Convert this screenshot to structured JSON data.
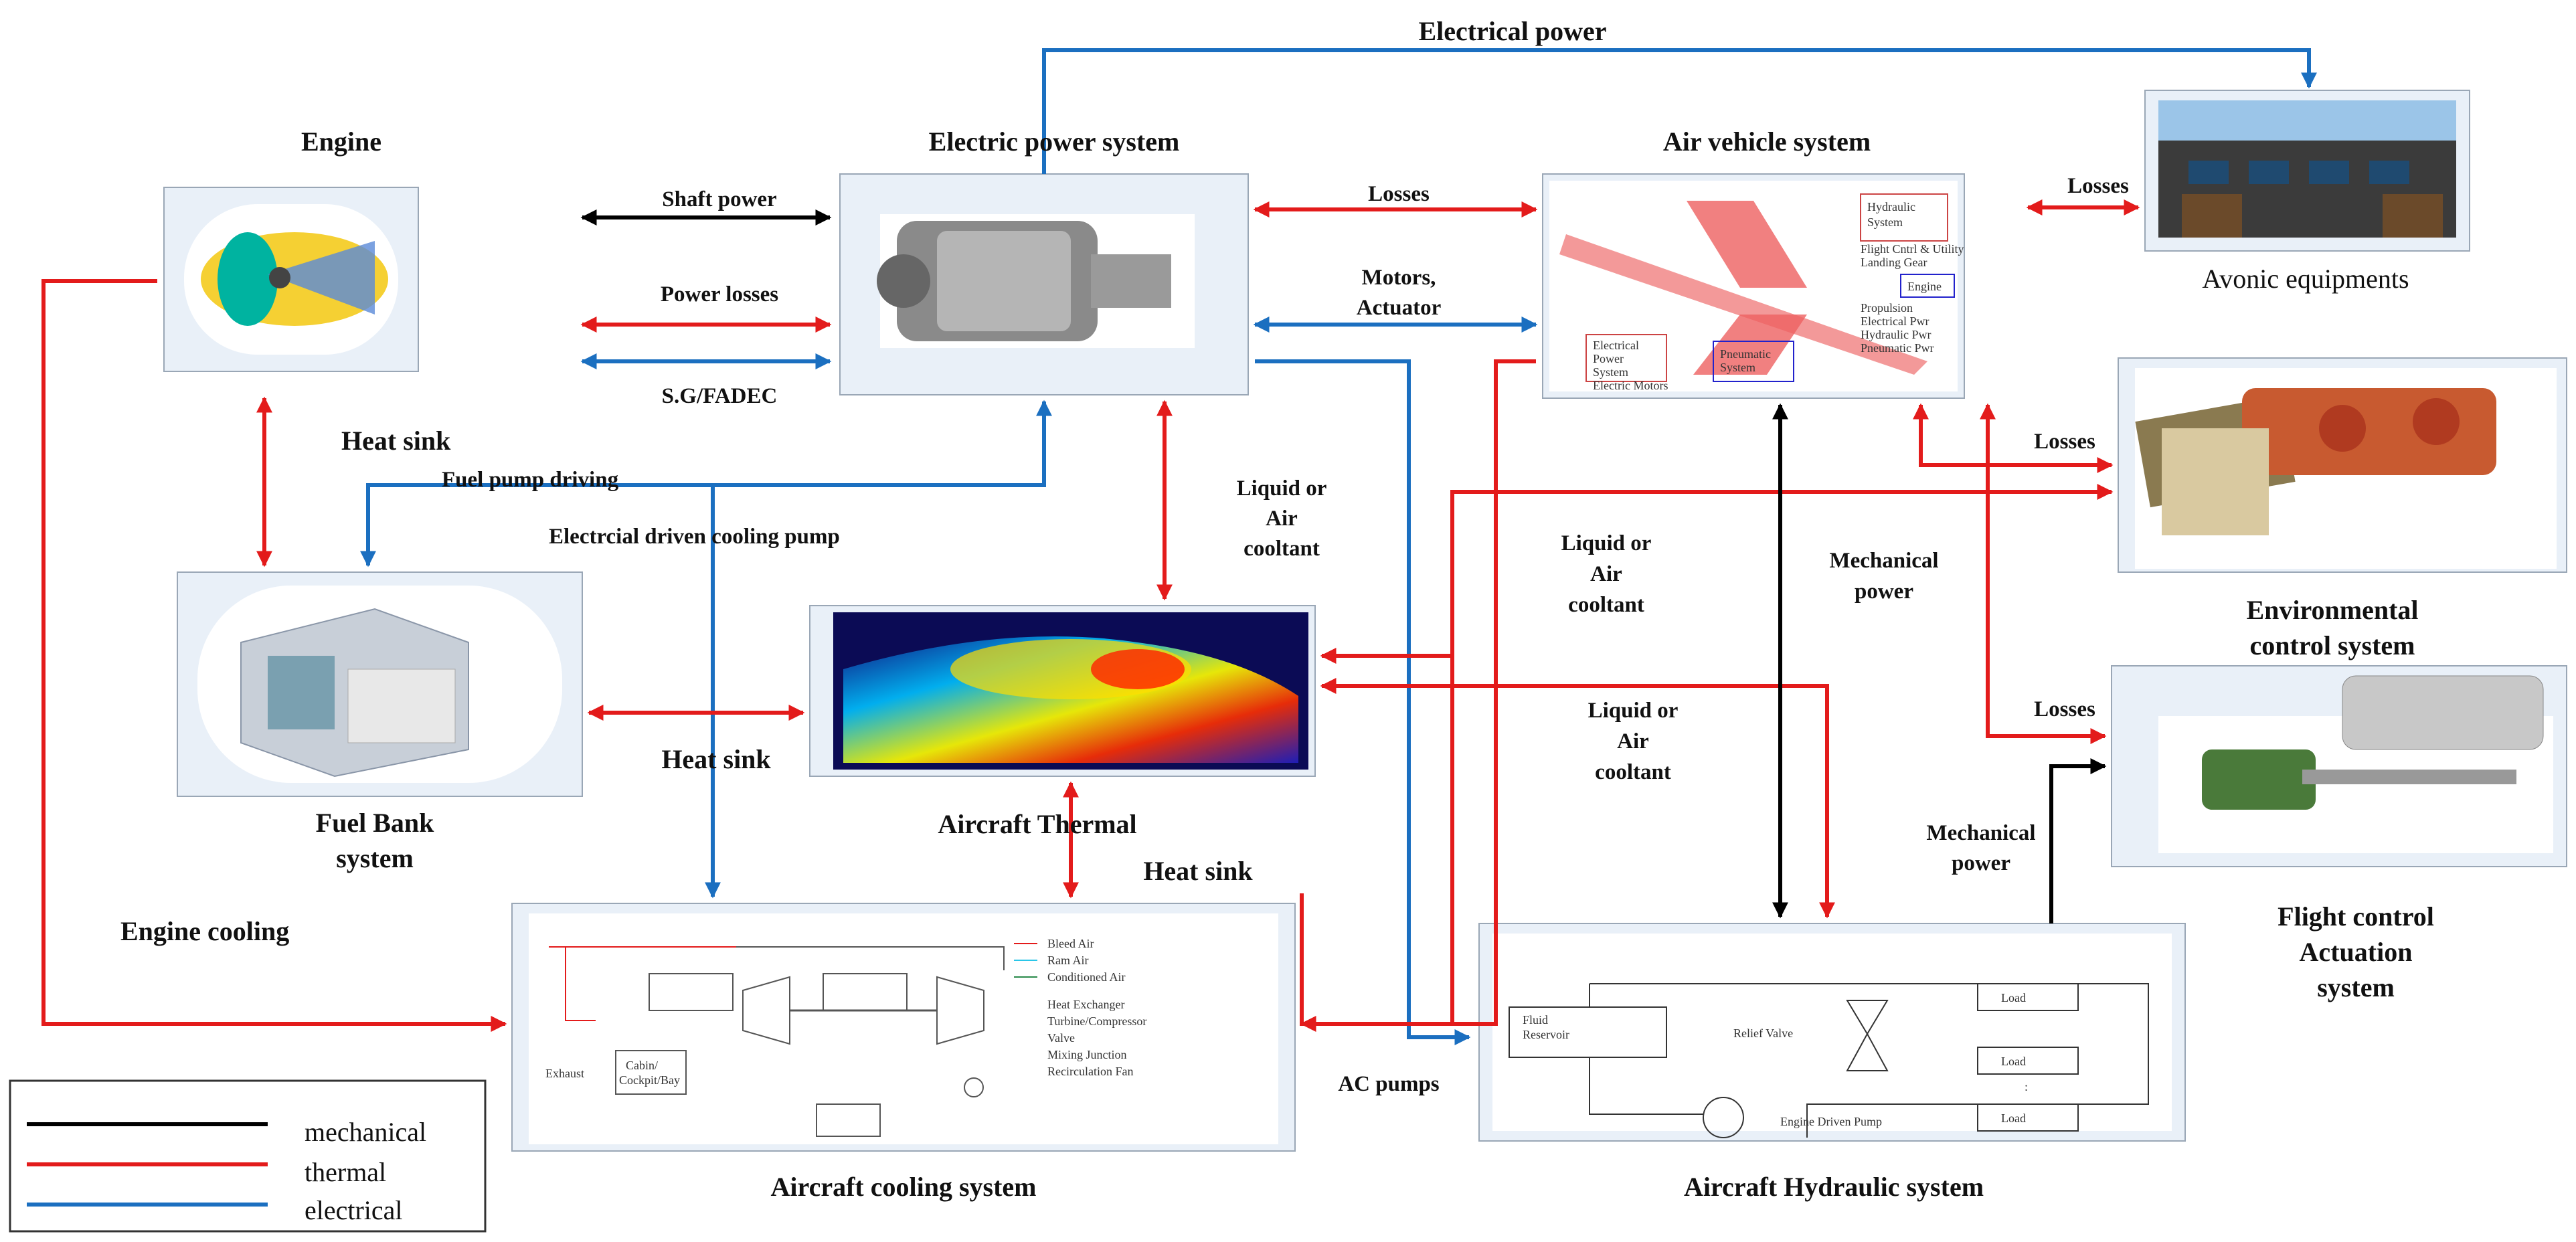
{
  "colors": {
    "mechanical": "#000000",
    "thermal": "#e31b1b",
    "electrical": "#1b6fc0"
  },
  "nodes": {
    "engine": "Engine",
    "electric_power_system": "Electric power system",
    "air_vehicle_system": "Air vehicle system",
    "avionic_equipments": "Avonic equipments",
    "environmental_control_1": "Environmental",
    "environmental_control_2": "control system",
    "fuel_bank_1": "Fuel Bank",
    "fuel_bank_2": "system",
    "aircraft_thermal": "Aircraft Thermal",
    "aircraft_cooling_system": "Aircraft cooling system",
    "aircraft_hydraulic_system": "Aircraft Hydraulic system",
    "flight_control_1": "Flight control",
    "flight_control_2": "Actuation",
    "flight_control_3": "system"
  },
  "edges": {
    "electrical_power": "Electrical power",
    "shaft_power": "Shaft power",
    "power_losses": "Power losses",
    "sg_fadec": "S.G/FADEC",
    "losses_eps_av": "Losses",
    "motors_1": "Motors,",
    "motors_2": "Actuator",
    "losses_avionic": "Losses",
    "heat_sink_engine_fuel": "Heat sink",
    "fuel_pump_driving": "Fuel pump driving",
    "electrical_cooling_pump": "Electrcial driven cooling pump",
    "liquid_air_1a": "Liquid or",
    "liquid_air_1b": "Air",
    "liquid_air_1c": "cooltant",
    "liquid_air_2a": "Liquid or",
    "liquid_air_2b": "Air",
    "liquid_air_2c": "cooltant",
    "liquid_air_3a": "Liquid or",
    "liquid_air_3b": "Air",
    "liquid_air_3c": "cooltant",
    "mechanical_power_1a": "Mechanical",
    "mechanical_power_1b": "power",
    "mechanical_power_2a": "Mechanical",
    "mechanical_power_2b": "power",
    "losses_ecs": "Losses",
    "losses_fcas": "Losses",
    "heat_sink_fuel_thermal": "Heat sink",
    "heat_sink_thermal_cooling": "Heat sink",
    "engine_cooling": "Engine cooling",
    "ac_pumps": "AC pumps"
  },
  "legend": {
    "mechanical": "mechanical",
    "thermal": "thermal",
    "electrical": "electrical"
  },
  "cooling_inset": {
    "bleed_air": "Bleed Air",
    "ram_air": "Ram Air",
    "conditioned_air": "Conditioned Air",
    "heat_exchanger": "Heat Exchanger",
    "turbine_compressor": "Turbine/Compressor",
    "valve": "Valve",
    "mixing_junction": "Mixing Junction",
    "recirculation_fan": "Recirculation Fan",
    "cabin_1": "Cabin/",
    "cabin_2": "Cockpit/Bay",
    "exhaust": "Exhaust"
  },
  "hydraulic_inset": {
    "fluid_1": "Fluid",
    "fluid_2": "Reservoir",
    "relief_valve": "Relief Valve",
    "load_1": "Load",
    "load_2": "Load",
    "load_3": "Load",
    "ellipsis": ":",
    "pump": "Engine Driven Pump"
  },
  "air_vehicle_inset": {
    "hydraulic_1": "Hydraulic",
    "hydraulic_2": "System",
    "flight_ctrl": "Flight Cntrl & Utility",
    "landing_gear": "Landing Gear",
    "engine": "Engine",
    "propulsion": "Propulsion",
    "electrical_pwr": "Electrical Pwr",
    "hydraulic_pwr": "Hydraulic Pwr",
    "pneumatic_pwr": "Pneumatic Pwr",
    "electrical_1": "Electrical",
    "electrical_2": "Power",
    "electrical_3": "System",
    "pneumatic_1": "Pneumatic",
    "pneumatic_2": "System",
    "electric_motors": "Electric Motors"
  }
}
